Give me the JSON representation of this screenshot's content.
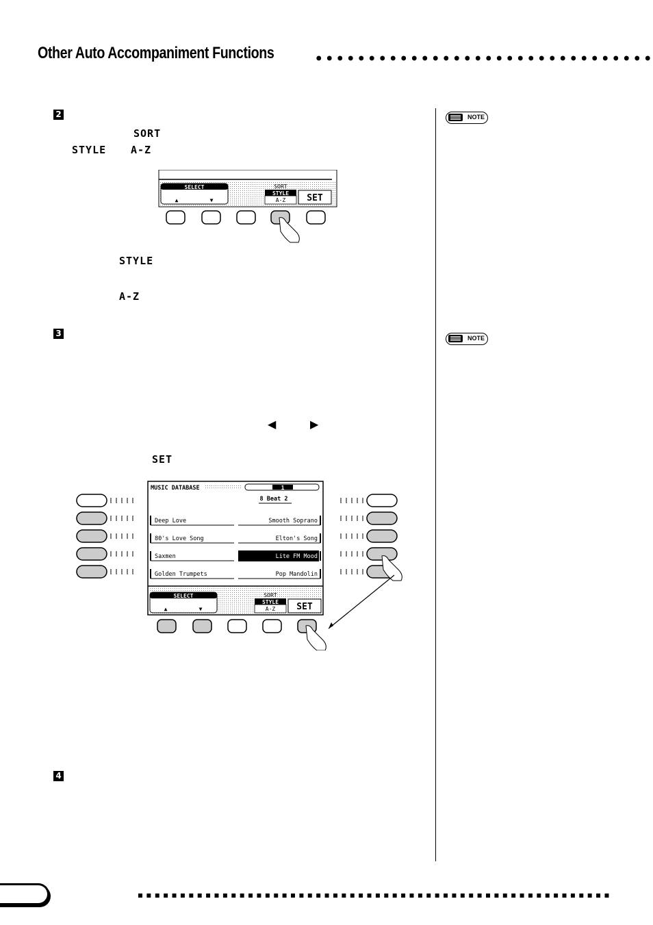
{
  "header": {
    "title": "Other Auto Accompaniment Functions"
  },
  "steps": [
    {
      "num": "2"
    },
    {
      "num": "3"
    },
    {
      "num": "4"
    }
  ],
  "step2": {
    "sort_label": "SORT",
    "style_label": "STYLE",
    "az_label": "A-Z"
  },
  "step2_desc": {
    "style_label": "STYLE",
    "az_label": "A-Z"
  },
  "step3": {
    "left_arrow": "◀",
    "right_arrow": "▶",
    "set_label": "SET"
  },
  "sidebar": {
    "note1": "NOTE",
    "note2": "NOTE"
  },
  "display1": {
    "select_label": "SELECT",
    "up": "▲",
    "down": "▼",
    "sort_label": "SORT",
    "style_label": "STYLE",
    "az_label": "A-Z",
    "set_label": "SET"
  },
  "display2": {
    "header": "MUSIC DATABASE",
    "page_indicator": "1",
    "selected_style": "8 Beat 2",
    "left_items": [
      "Deep Love",
      "80's Love Song",
      "Saxmen",
      "Golden Trumpets"
    ],
    "right_items": [
      "Smooth Soprano",
      "Elton's Song",
      "Lite FM Mood",
      "Pop Mandolin"
    ],
    "select_label": "SELECT",
    "up": "▲",
    "down": "▼",
    "sort_label": "SORT",
    "style_label": "STYLE",
    "az_label": "A-Z",
    "set_label": "SET"
  }
}
